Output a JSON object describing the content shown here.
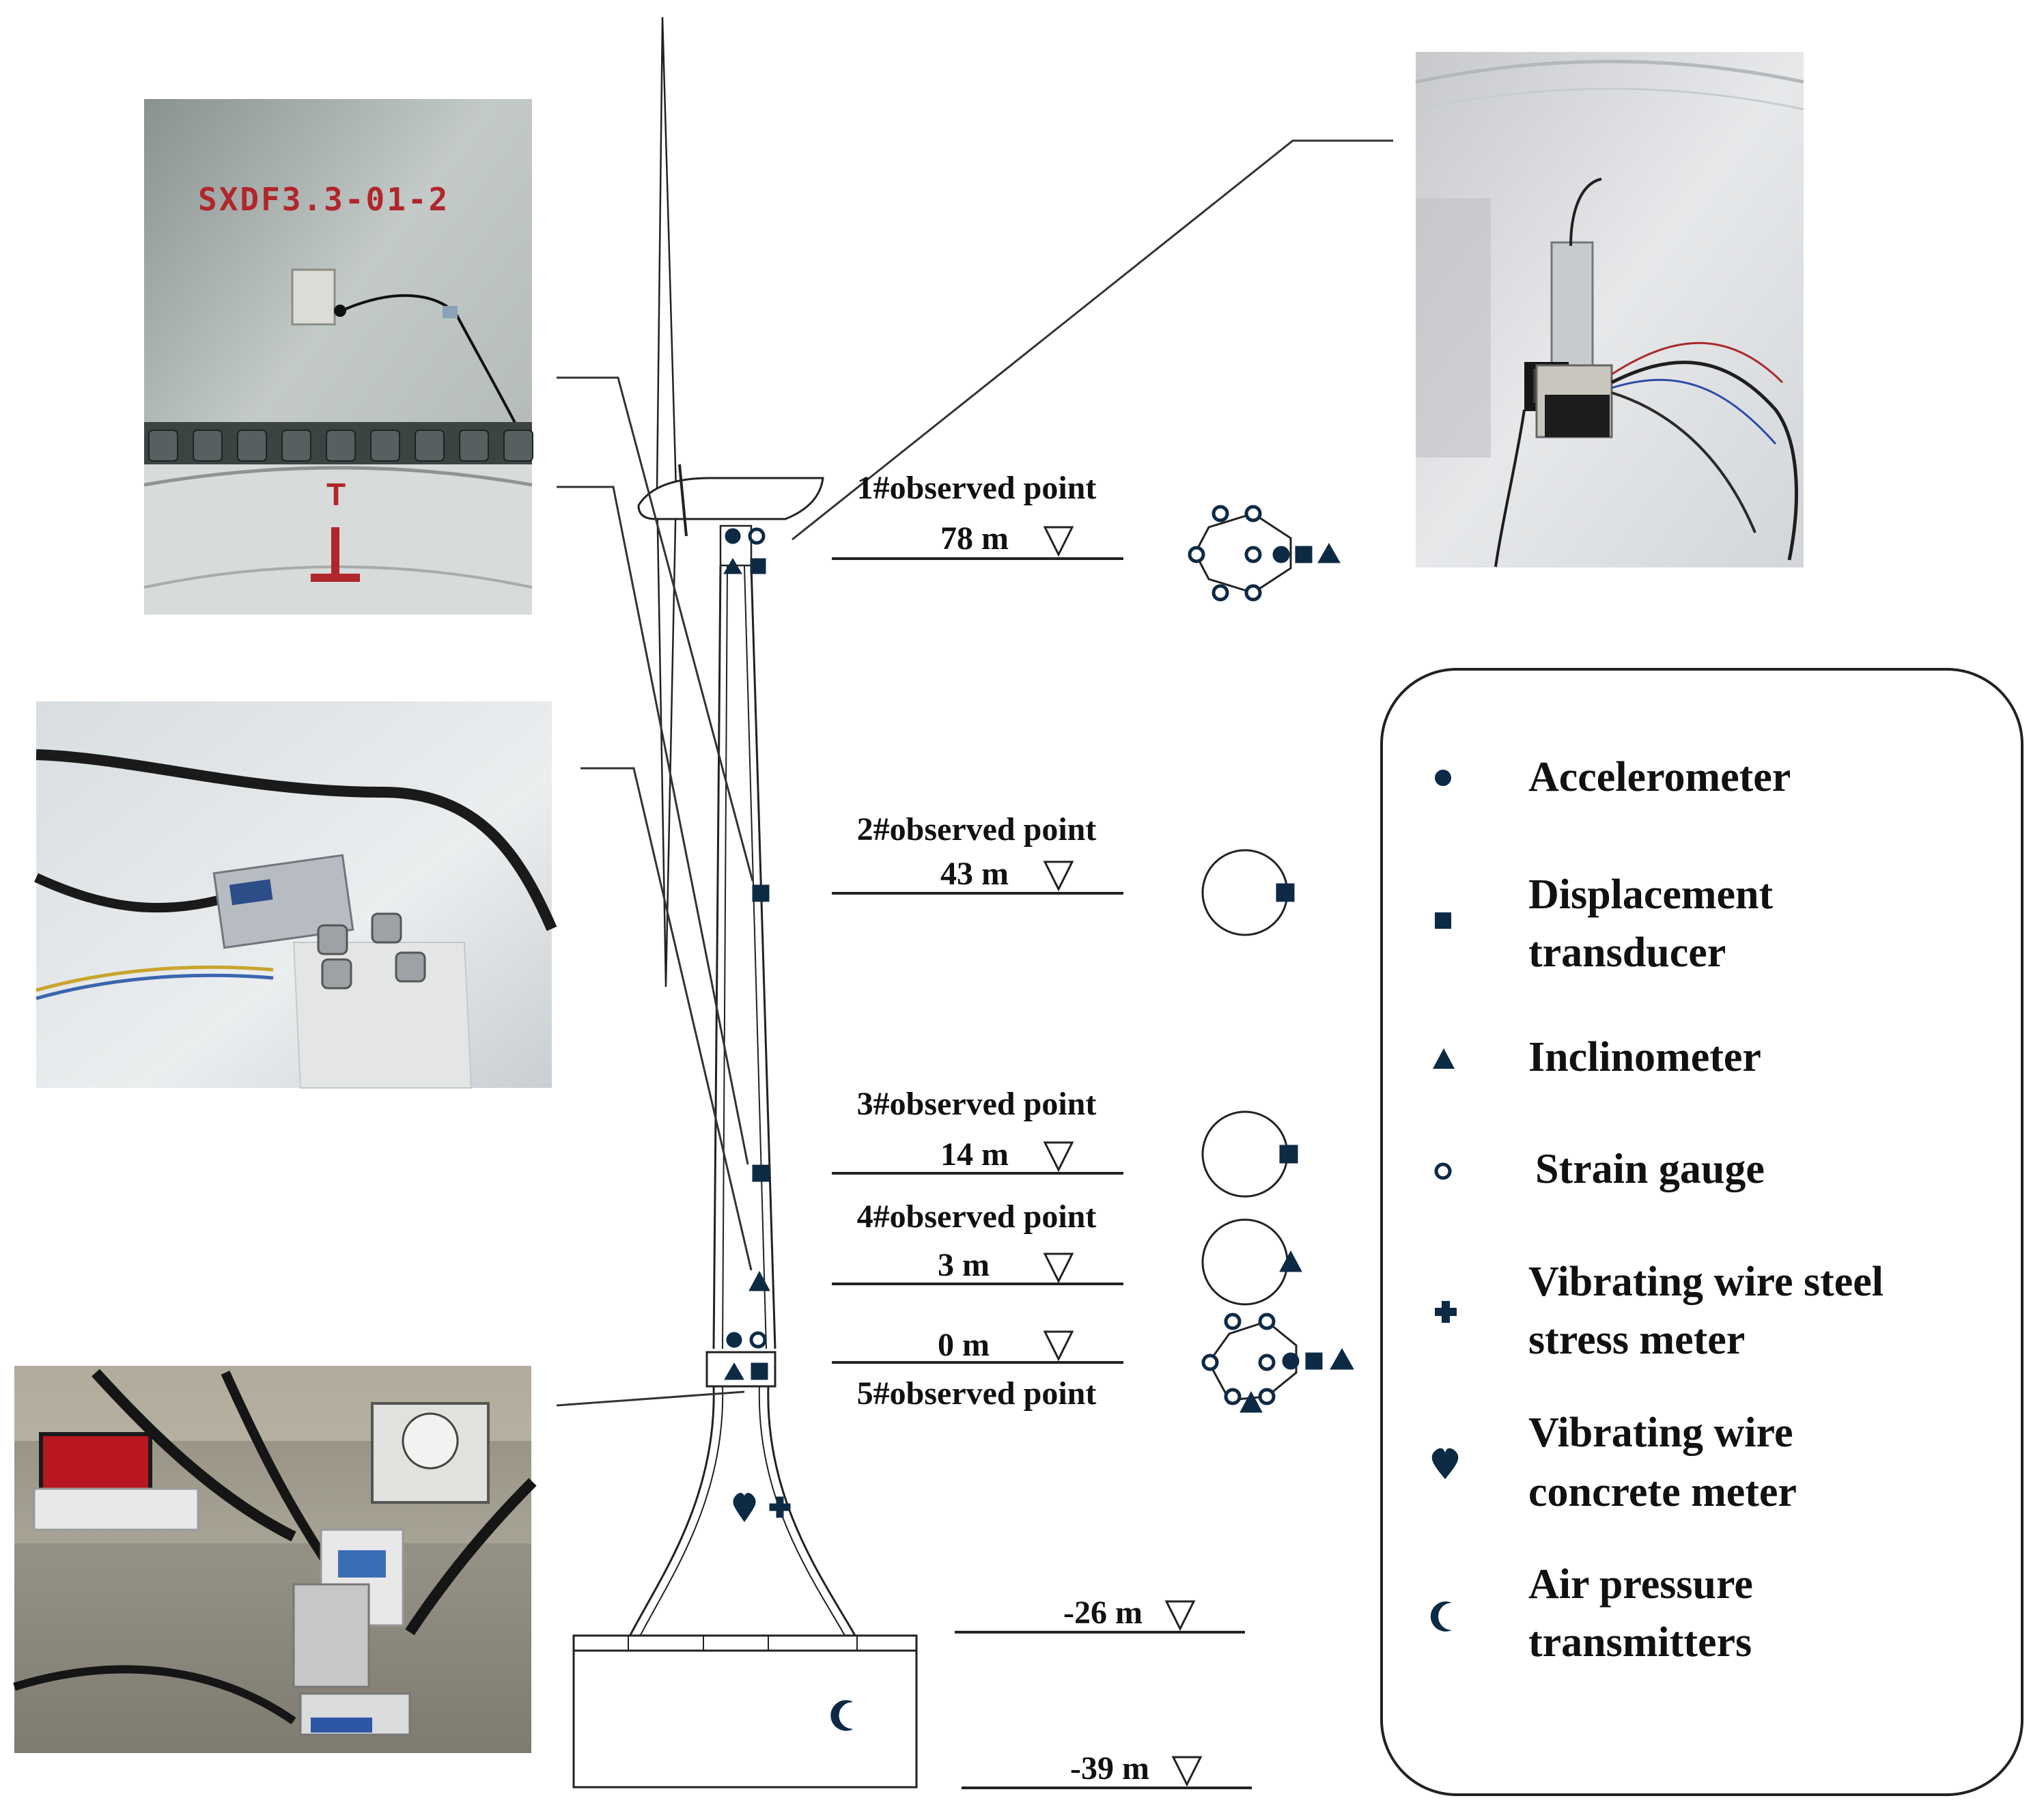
{
  "photos": {
    "top_left_stencil": "SXDF3.3-01-2",
    "top_left_mark": "T"
  },
  "observation_points": [
    {
      "name": "1#observed point",
      "elevation": "78 m"
    },
    {
      "name": "2#observed point",
      "elevation": "43 m"
    },
    {
      "name": "3#observed point",
      "elevation": "14 m"
    },
    {
      "name": "4#observed point",
      "elevation": "3 m"
    },
    {
      "name": "5#observed point",
      "elevation": "0 m"
    }
  ],
  "foundation_levels": [
    "-26 m",
    "-39 m"
  ],
  "legend": {
    "accelerometer": "Accelerometer",
    "displacement_1": "Displacement",
    "displacement_2": "transducer",
    "inclinometer": "Inclinometer",
    "strain_gauge": "Strain gauge",
    "steel_stress_1": "Vibrating wire steel",
    "steel_stress_2": "stress meter",
    "concrete_1": "Vibrating wire",
    "concrete_2": "concrete meter",
    "air_pressure_1": "Air pressure",
    "air_pressure_2": "transmitters"
  },
  "colors": {
    "symbol": "#0d2a45",
    "line": "#222222",
    "stencil_red": "#b0262b"
  }
}
